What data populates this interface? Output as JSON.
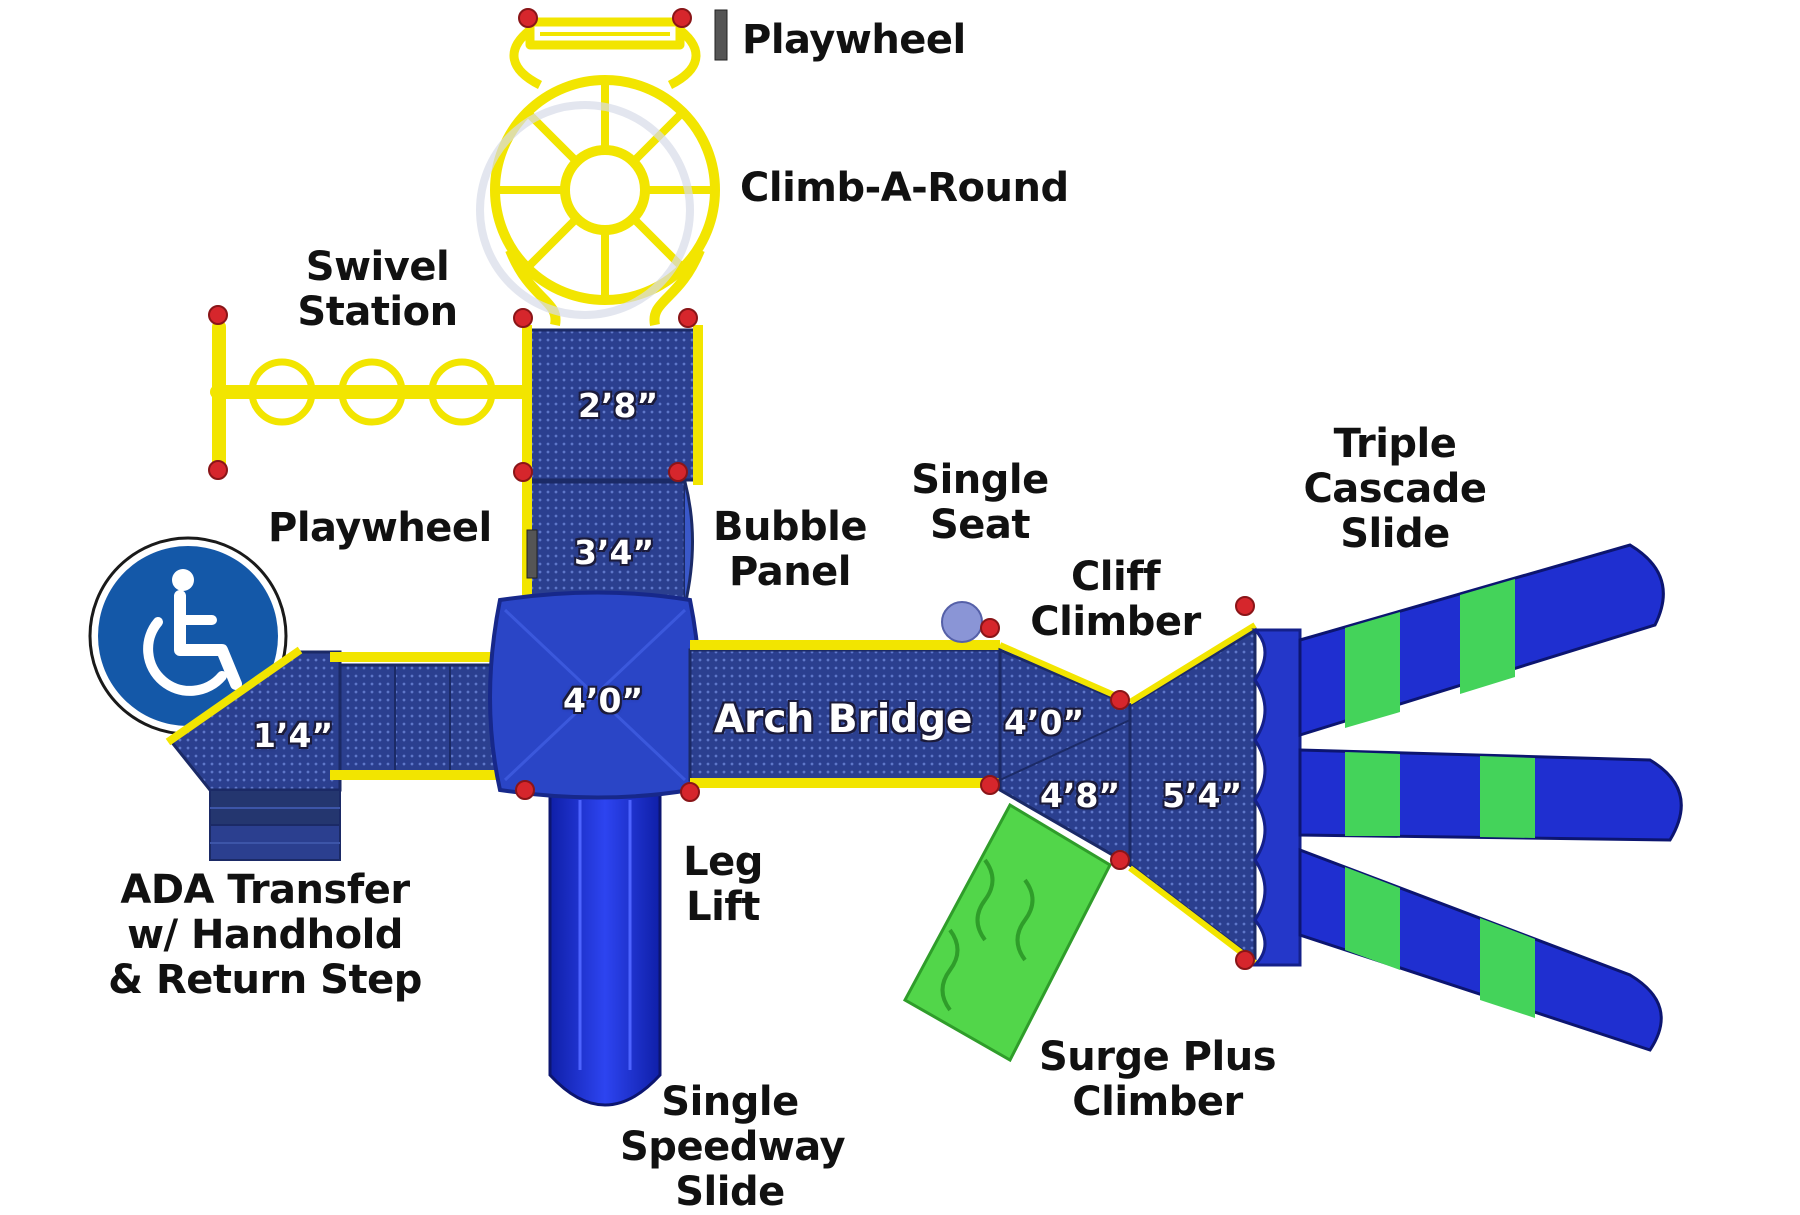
{
  "colors": {
    "deck_blue": "#2b3f8f",
    "slide_blue": "#1f2fd0",
    "accent_green": "#44d35a",
    "frame_yellow": "#f2e500",
    "post_red": "#d6262c",
    "ada_blue": "#1458a8"
  },
  "icons": {
    "accessibility": "wheelchair-icon"
  },
  "components": {
    "playwheel_top": [
      "Playwheel"
    ],
    "climb_a_round": [
      "Climb-A-Round"
    ],
    "swivel_station": [
      "Swivel",
      "Station"
    ],
    "playwheel_left": [
      "Playwheel"
    ],
    "bubble_panel": [
      "Bubble",
      "Panel"
    ],
    "single_seat": [
      "Single",
      "Seat"
    ],
    "cliff_climber": [
      "Cliff",
      "Climber"
    ],
    "triple_cascade_slide": [
      "Triple",
      "Cascade",
      "Slide"
    ],
    "arch_bridge": [
      "Arch Bridge"
    ],
    "ada_transfer": [
      "ADA Transfer",
      "w/ Handhold",
      "& Return Step"
    ],
    "leg_lift": [
      "Leg",
      "Lift"
    ],
    "single_speedway_slide": [
      "Single",
      "Speedway",
      "Slide"
    ],
    "surge_plus_climber": [
      "Surge Plus",
      "Climber"
    ]
  },
  "deck_heights": {
    "upper_deck": "2’8”",
    "middle_deck": "3’4”",
    "center_deck": "4’0”",
    "transfer_deck": "1’4”",
    "bridge_deck": "4’0”",
    "lower_right_deck": "4’8”",
    "slide_deck": "5’4”"
  }
}
